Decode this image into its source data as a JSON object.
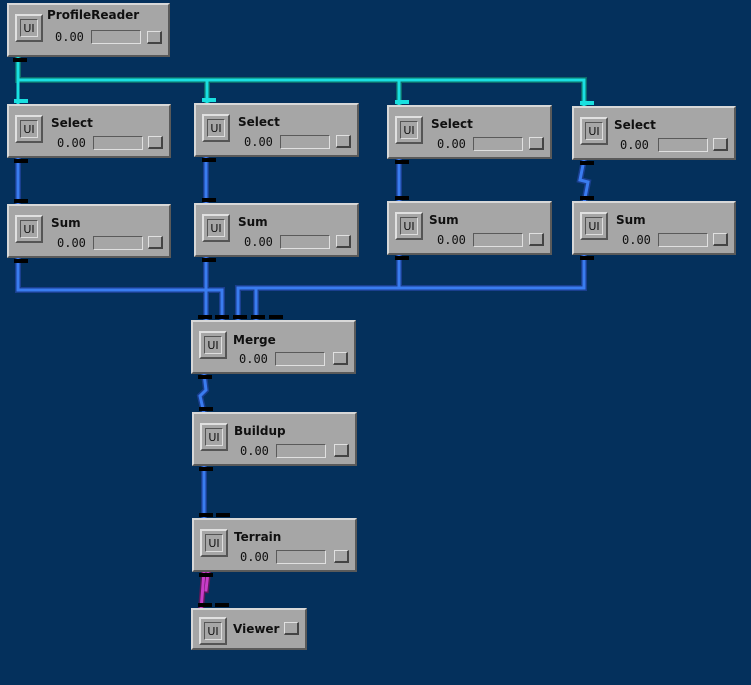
{
  "canvas": {
    "background": "#04305c"
  },
  "colors": {
    "profile_wire": "#19e0e0",
    "data_wire": "#3a7cf0",
    "viewer_wire": "#c83cc8"
  },
  "modules": {
    "profilereader": {
      "ui_label": "UI",
      "title": "ProfileReader",
      "value": "0.00"
    },
    "select1": {
      "ui_label": "UI",
      "title": "Select",
      "value": "0.00"
    },
    "select2": {
      "ui_label": "UI",
      "title": "Select",
      "value": "0.00"
    },
    "select3": {
      "ui_label": "UI",
      "title": "Select",
      "value": "0.00"
    },
    "select4": {
      "ui_label": "UI",
      "title": "Select",
      "value": "0.00"
    },
    "sum1": {
      "ui_label": "UI",
      "title": "Sum",
      "value": "0.00"
    },
    "sum2": {
      "ui_label": "UI",
      "title": "Sum",
      "value": "0.00"
    },
    "sum3": {
      "ui_label": "UI",
      "title": "Sum",
      "value": "0.00"
    },
    "sum4": {
      "ui_label": "UI",
      "title": "Sum",
      "value": "0.00"
    },
    "merge": {
      "ui_label": "UI",
      "title": "Merge",
      "value": "0.00"
    },
    "buildup": {
      "ui_label": "UI",
      "title": "Buildup",
      "value": "0.00"
    },
    "terrain": {
      "ui_label": "UI",
      "title": "Terrain",
      "value": "0.00"
    },
    "viewer": {
      "ui_label": "UI",
      "title": "Viewer"
    }
  }
}
